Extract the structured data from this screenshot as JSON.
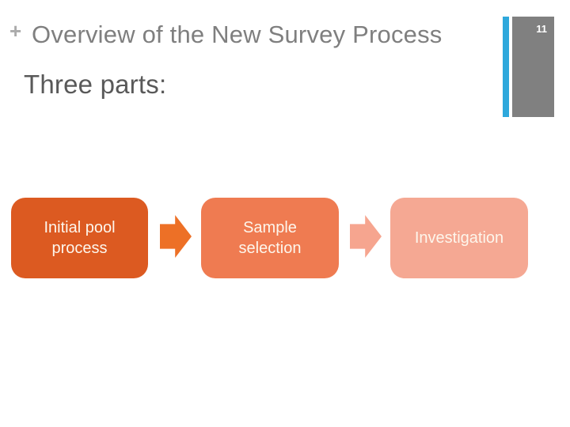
{
  "slide": {
    "title_bullet_glyph": "+",
    "title": "Overview of the New Survey Process",
    "page_number": "11",
    "subtitle": "Three parts:",
    "process": {
      "steps": [
        {
          "label": "Initial pool process"
        },
        {
          "label": "Sample selection"
        },
        {
          "label": "Investigation"
        }
      ]
    },
    "colors": {
      "title_text": "#7f7f7f",
      "title_bullet": "#ababab",
      "subtitle_text": "#595959",
      "page_number_box": "#808080",
      "page_number_accent_bar": "#2ea8dc",
      "page_number_text": "#ffffff",
      "step_1_fill": "#dc5a21",
      "arrow_1_fill": "#ed7026",
      "step_2_fill": "#ef7b51",
      "arrow_2_fill": "#f6a58f",
      "step_3_fill": "#f5a893",
      "step_text": "#fdf6ec"
    }
  }
}
